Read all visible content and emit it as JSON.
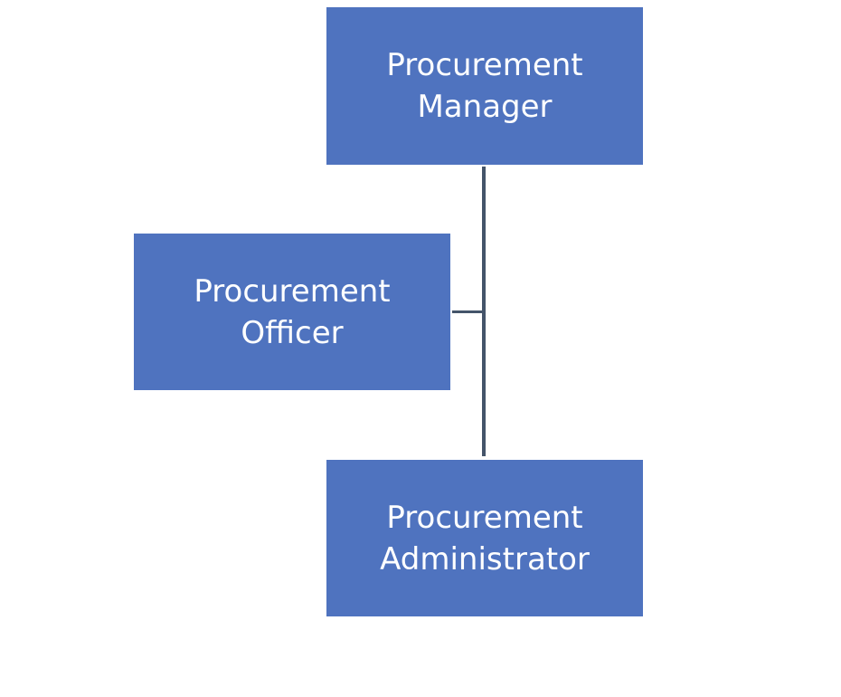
{
  "diagram": {
    "nodes": [
      {
        "id": "manager",
        "lines": [
          "Procurement",
          "Manager"
        ]
      },
      {
        "id": "officer",
        "lines": [
          "Procurement",
          "Officer"
        ]
      },
      {
        "id": "administrator",
        "lines": [
          "Procurement",
          "Administrator"
        ]
      }
    ],
    "edges": [
      {
        "from": "manager",
        "to": "administrator",
        "kind": "reports-to"
      },
      {
        "from": "manager",
        "to": "officer",
        "kind": "assistant"
      }
    ],
    "colors": {
      "node_fill": "#4f73bf",
      "node_text": "#ffffff",
      "connector": "#44546a",
      "background": "#ffffff"
    }
  }
}
